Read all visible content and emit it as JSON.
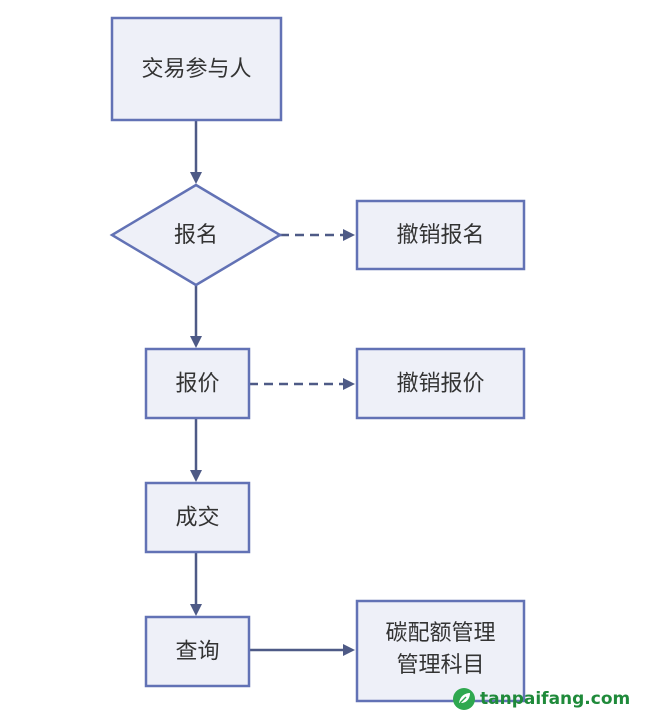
{
  "diagram": {
    "nodes": {
      "participant": "交易参与人",
      "register": "报名",
      "cancel_register": "撤销报名",
      "quote": "报价",
      "cancel_quote": "撤销报价",
      "deal": "成交",
      "query": "查询",
      "carbon_quota_line1": "碳配额管理",
      "carbon_quota_line2": "管理科目"
    },
    "edges": [
      {
        "from": "交易参与人",
        "to": "报名",
        "style": "solid"
      },
      {
        "from": "报名",
        "to": "撤销报名",
        "style": "dashed"
      },
      {
        "from": "报名",
        "to": "报价",
        "style": "solid"
      },
      {
        "from": "报价",
        "to": "撤销报价",
        "style": "dashed"
      },
      {
        "from": "报价",
        "to": "成交",
        "style": "solid"
      },
      {
        "from": "成交",
        "to": "查询",
        "style": "solid"
      },
      {
        "from": "查询",
        "to": "碳配额管理 管理科目",
        "style": "solid"
      }
    ]
  },
  "colors": {
    "node_fill": "#eef0f8",
    "node_stroke": "#6272b5",
    "edge": "#4e5a86",
    "watermark": "#1f8a3a"
  },
  "watermark": {
    "text": "tanpaifang.com",
    "icon": "leaf-logo-icon"
  }
}
